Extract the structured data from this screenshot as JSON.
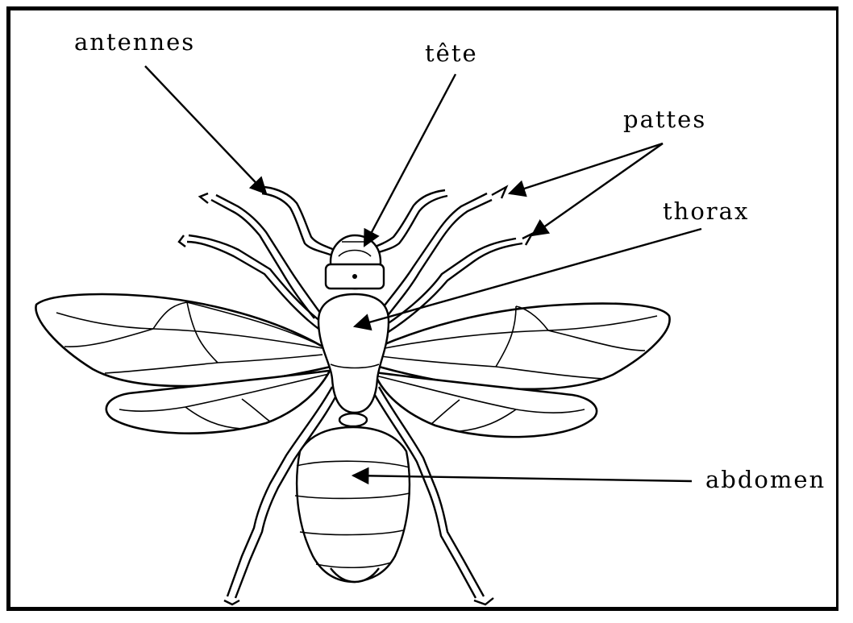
{
  "diagram": {
    "labels": {
      "antennes": "antennes",
      "tete": "tête",
      "pattes": "pattes",
      "thorax": "thorax",
      "abdomen": "abdomen"
    },
    "colors": {
      "stroke": "#000000",
      "background": "#ffffff"
    }
  }
}
